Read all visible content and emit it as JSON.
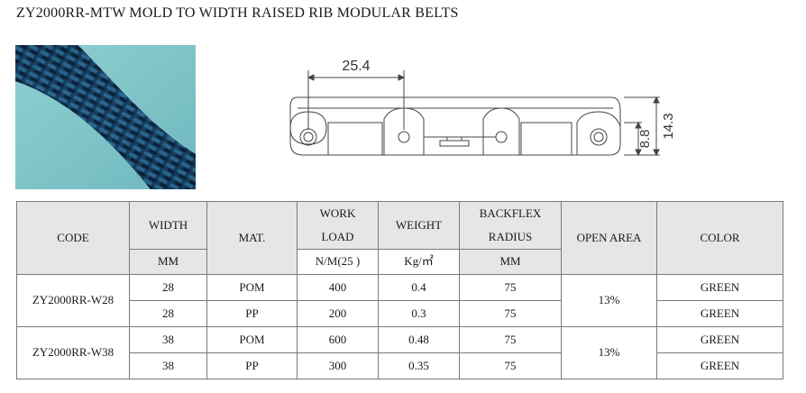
{
  "title": "ZY2000RR-MTW MOLD TO WIDTH RAISED RIB  MODULAR BELTS",
  "drawing": {
    "pitch_label": "25.4",
    "height_label": "14.3",
    "inner_height_label": "8.8"
  },
  "table": {
    "headers": {
      "code": "CODE",
      "width": "WIDTH",
      "mat": "MAT.",
      "work_load_line1": "WORK",
      "work_load_line2": "LOAD",
      "weight": "WEIGHT",
      "backflex_line1": "BACKFLEX",
      "backflex_line2": "RADIUS",
      "open_area": "OPEN AREA",
      "color": "COLOR"
    },
    "units": {
      "width": "MM",
      "work_load": "N/M(25    )",
      "weight": "Kg/㎡",
      "backflex": "MM"
    },
    "groups": [
      {
        "code": "ZY2000RR-W28",
        "open_area": "13%",
        "rows": [
          {
            "width": "28",
            "mat": "POM",
            "load": "400",
            "weight": "0.4",
            "radius": "75",
            "color": "GREEN"
          },
          {
            "width": "28",
            "mat": "PP",
            "load": "200",
            "weight": "0.3",
            "radius": "75",
            "color": "GREEN"
          }
        ]
      },
      {
        "code": "ZY2000RR-W38",
        "open_area": "13%",
        "rows": [
          {
            "width": "38",
            "mat": "POM",
            "load": "600",
            "weight": "0.48",
            "radius": "75",
            "color": "GREEN"
          },
          {
            "width": "38",
            "mat": "PP",
            "load": "300",
            "weight": "0.35",
            "radius": "75",
            "color": "GREEN"
          }
        ]
      }
    ]
  }
}
